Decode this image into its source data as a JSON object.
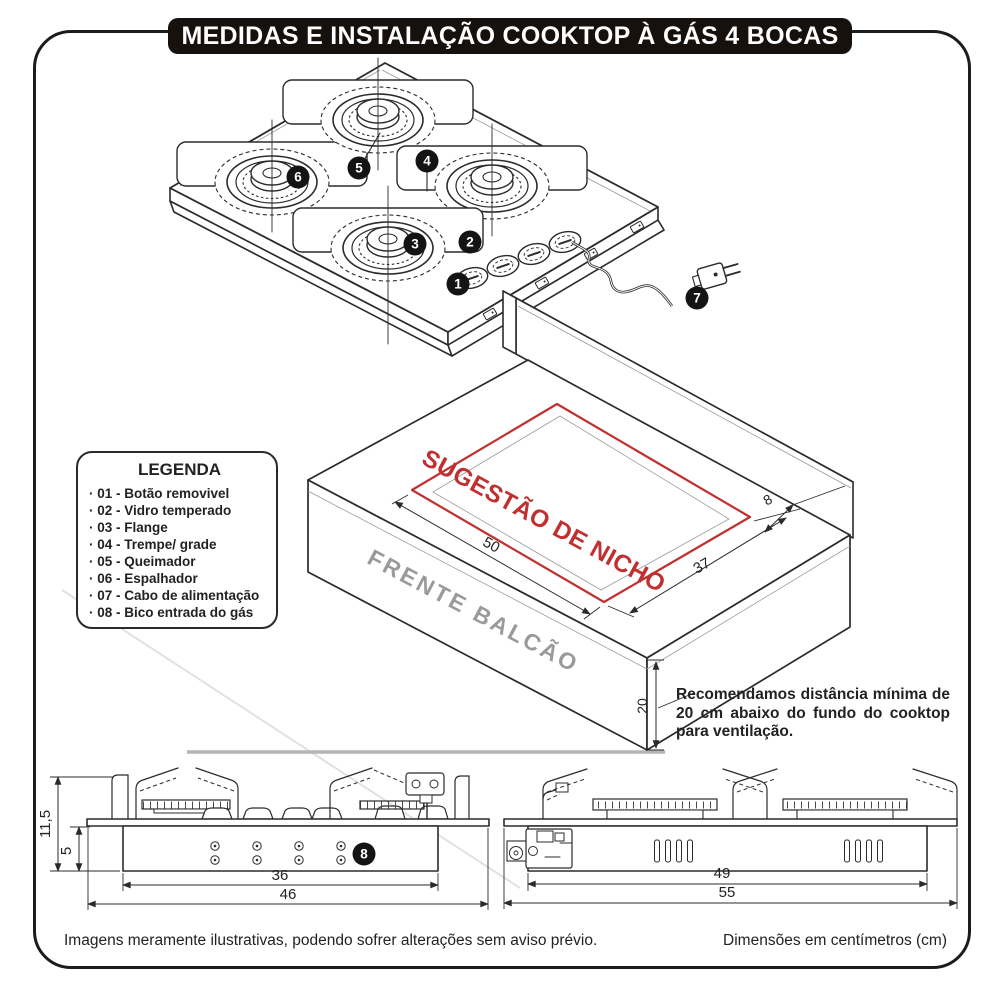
{
  "page": {
    "title": "MEDIDAS E INSTALAÇÃO COOKTOP À GÁS 4 BOCAS",
    "footer_left": "Imagens meramente ilustrativas, podendo sofrer alterações sem aviso prévio.",
    "footer_right": "Dimensões em centímetros (cm)"
  },
  "colors": {
    "accent_red": "#c03030",
    "line_black": "#2b2b2b",
    "muted_gray": "#9a9a9a",
    "banner_black": "#17110e"
  },
  "legend": {
    "title": "LEGENDA",
    "items": [
      "· 01 - Botão removivel",
      "· 02 - Vidro temperado",
      "· 03 - Flange",
      "· 04 - Trempe/ grade",
      "· 05 - Queimador",
      "· 06 - Espalhador",
      "· 07 - Cabo de alimentação",
      "· 08 - Bico entrada do gás"
    ]
  },
  "callouts": [
    "1",
    "2",
    "3",
    "4",
    "5",
    "6",
    "7",
    "8"
  ],
  "niche": {
    "label": "SUGESTÃO DE NICHO",
    "width_cm": "50",
    "depth_cm": "37",
    "back_gap_cm": "8",
    "clearance_cm": "20",
    "front_label": "FRENTE BALCÃO"
  },
  "recommendation": "Recomendamos distância mínima de 20 cm abaixo do fundo do cooktop para ventilação.",
  "side_views": {
    "left": {
      "total_height_cm": "11,5",
      "body_height_cm": "5",
      "body_width_cm": "36",
      "total_width_cm": "46"
    },
    "right": {
      "body_width_cm": "49",
      "total_width_cm": "55"
    }
  }
}
